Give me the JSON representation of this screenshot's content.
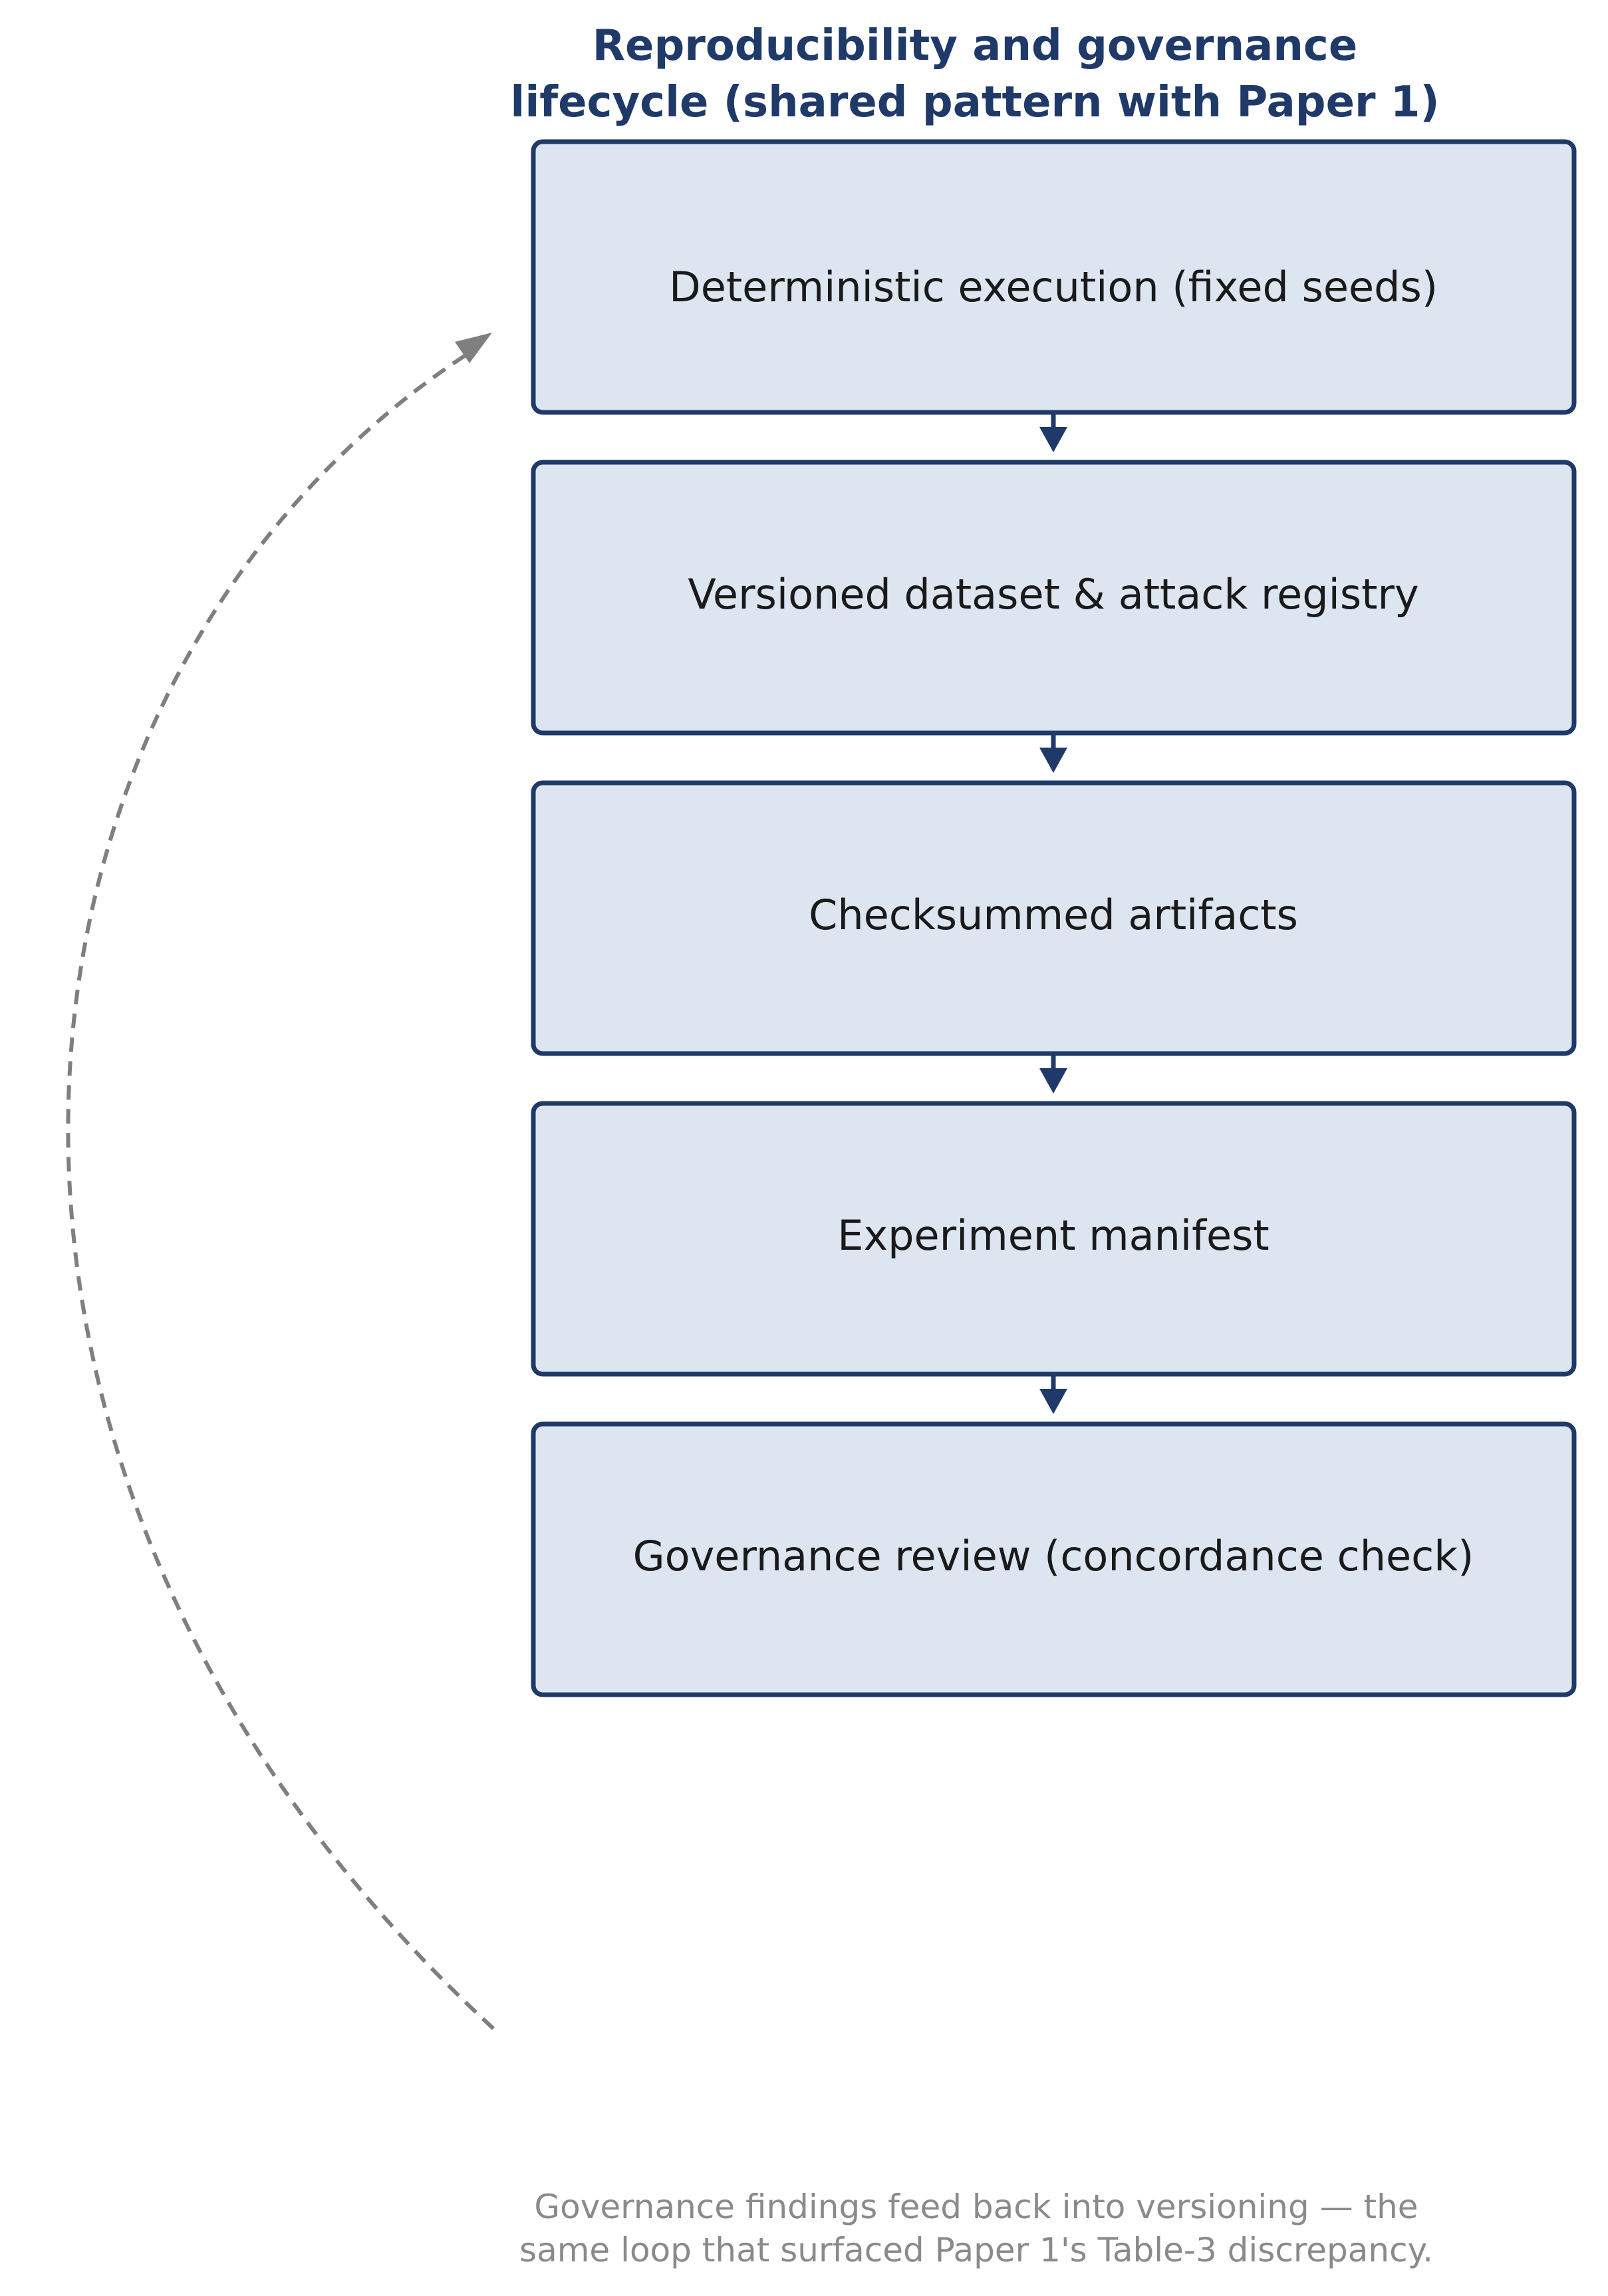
{
  "title": {
    "line1": "Reproducibility and governance",
    "line2": "lifecycle (shared pattern with Paper 1)"
  },
  "steps": [
    {
      "label": "Deterministic execution (fixed seeds)"
    },
    {
      "label": "Versioned dataset & attack registry"
    },
    {
      "label": "Checksummed artifacts"
    },
    {
      "label": "Experiment manifest"
    },
    {
      "label": "Governance review (concordance check)"
    }
  ],
  "caption": {
    "line1": "Governance findings feed back into versioning — the",
    "line2": "same loop that surfaced Paper 1's Table-3 discrepancy."
  },
  "colors": {
    "title": "#1f3a68",
    "box_fill": "#dce5f0",
    "box_border": "#1f3a68",
    "feedback_arrow": "#7f7f7f",
    "caption": "#8a8a8a"
  }
}
